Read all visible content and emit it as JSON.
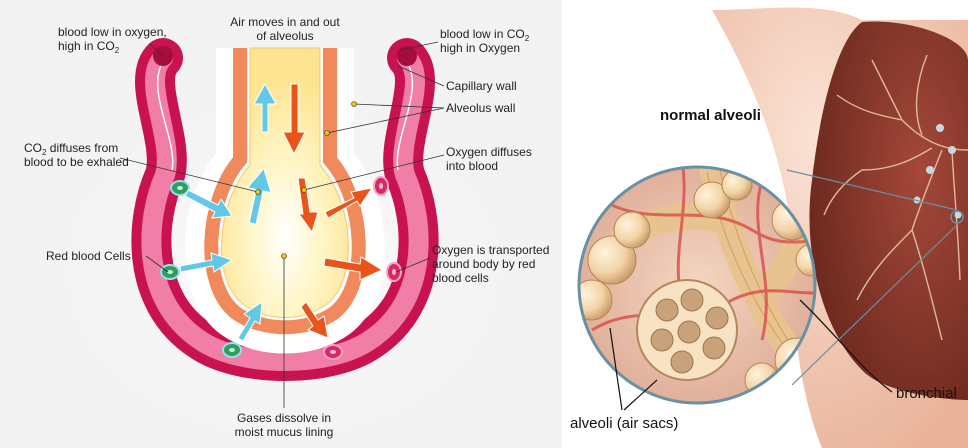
{
  "left_diagram": {
    "labels": {
      "blood_low_oxygen_line1": "blood low in oxygen,",
      "blood_low_oxygen_line2": "high in CO",
      "blood_low_oxygen_sub": "2",
      "air_moves_line1": "Air moves in and out",
      "air_moves_line2": "of alveolus",
      "blood_low_co2_line1": "blood low in CO",
      "blood_low_co2_sub": "2",
      "blood_low_co2_line2": "high in Oxygen",
      "capillary_wall": "Capillary wall",
      "alveolus_wall": "Alveolus wall",
      "co2_diffuses_line1a": "CO",
      "co2_diffuses_sub": "2",
      "co2_diffuses_line1b": " diffuses from",
      "co2_diffuses_line2": "blood to be exhaled",
      "oxygen_diffuses_line1": "Oxygen diffuses",
      "oxygen_diffuses_line2": "into blood",
      "red_blood_cells": "Red blood Cells",
      "oxygen_transported_line1": "Oxygen is transported",
      "oxygen_transported_line2": "around body by red",
      "oxygen_transported_line3": "blood cells",
      "gases_dissolve_line1": "Gases dissolve in",
      "gases_dissolve_line2": "moist mucus lining"
    },
    "colors": {
      "capillary_outer": "#c8134e",
      "capillary_inner": "#f07ea6",
      "alveolus_wall": "#f08a5d",
      "alveolus_fill": "#fde9a0",
      "co2_arrow": "#62c8e6",
      "oxygen_arrow": "#e8541a",
      "cell_green": "#2e9e5a"
    }
  },
  "right_illustration": {
    "title": "normal alveoli",
    "label_bronchial": "bronchial",
    "label_alveoli": "alveoli (air sacs)",
    "colors": {
      "lung_tissue": "#8a3a2c",
      "alveoli_sac": "#f2d3a6",
      "skin_tone": "#f4c9b3",
      "zoom_outline": "#6b8fa3"
    }
  }
}
